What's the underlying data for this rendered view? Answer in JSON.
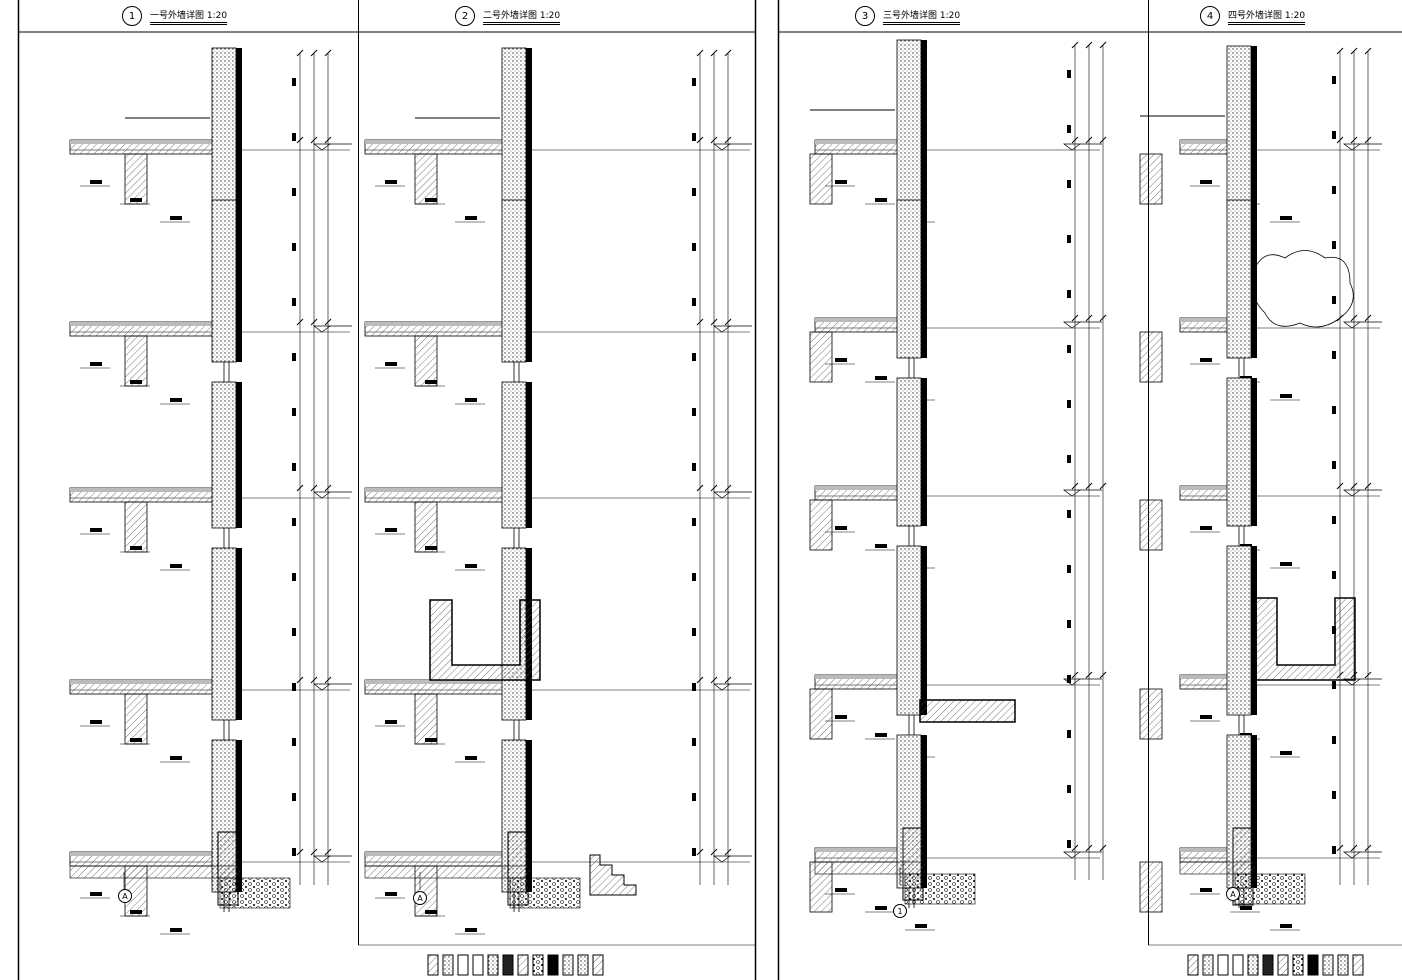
{
  "panels": [
    {
      "number": "1",
      "title": "一号外墙详图",
      "scale": "1:20",
      "axis": "A"
    },
    {
      "number": "2",
      "title": "二号外墙详图",
      "scale": "1:20",
      "axis": "A"
    },
    {
      "number": "3",
      "title": "三号外墙详图",
      "scale": "1:20",
      "axis": "1"
    },
    {
      "number": "4",
      "title": "四号外墙详图",
      "scale": "1:20",
      "axis": "A"
    }
  ],
  "colors": {
    "line": "#000000",
    "hatch": "#555555",
    "background": "#ffffff"
  }
}
